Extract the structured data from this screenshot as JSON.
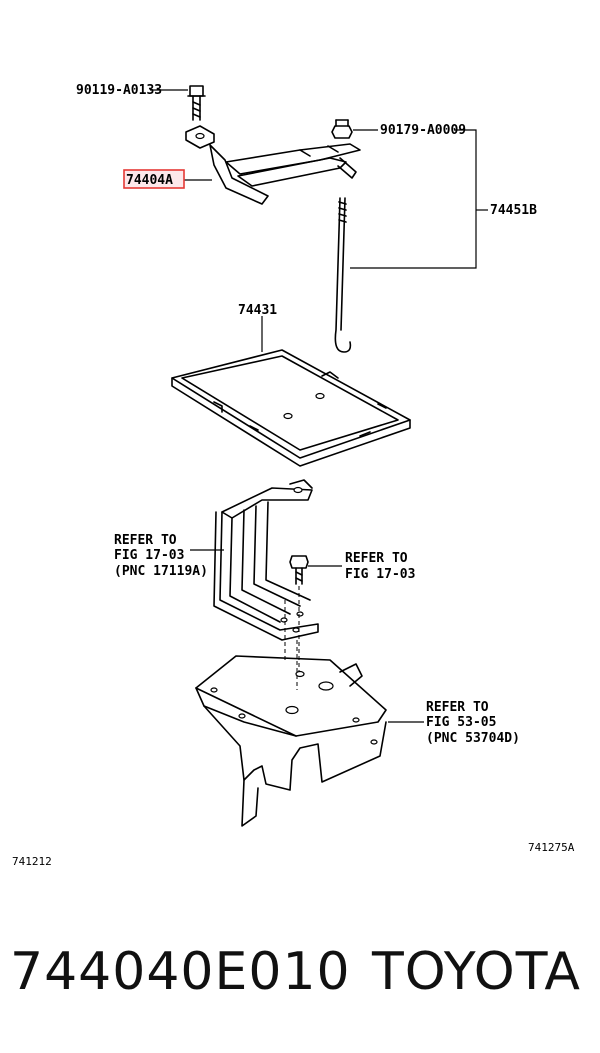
{
  "labels": {
    "bolt_top": "90119-A0133",
    "nut": "90179-A0009",
    "clamp": "74404A",
    "hold_rod": "74451B",
    "tray": "74431",
    "ref1_l1": "REFER TO",
    "ref1_l2": "FIG 17-03",
    "ref1_l3": "(PNC 17119A)",
    "ref2_l1": "REFER TO",
    "ref2_l2": "FIG 17-03",
    "ref3_l1": "REFER TO",
    "ref3_l2": "FIG 53-05",
    "ref3_l3": "(PNC 53704D)",
    "fig_left": "741212",
    "fig_right": "741275A"
  },
  "footer": {
    "part_number": "744040E010",
    "brand": "TOYOTA"
  },
  "colors": {
    "highlight": "#e53935",
    "highlight_fill": "#fde7ea",
    "ink": "#000000"
  }
}
